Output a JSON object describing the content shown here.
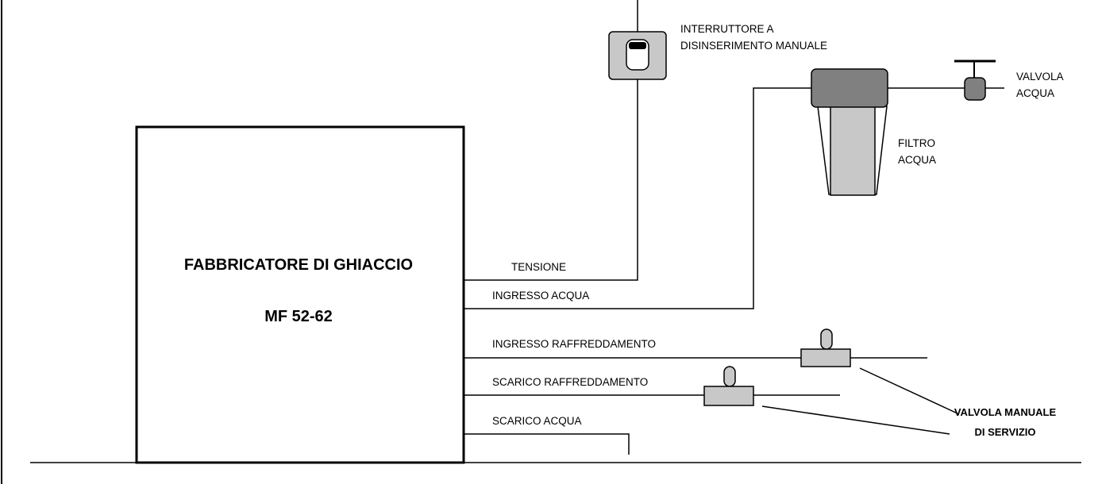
{
  "machine": {
    "title": "FABBRICATORE DI GHIACCIO",
    "model": "MF 52-62"
  },
  "switch": {
    "line1": "INTERRUTTORE A",
    "line2": "DISINSERIMENTO MANUALE"
  },
  "water_valve": {
    "line1": "VALVOLA",
    "line2": "ACQUA"
  },
  "water_filter": {
    "line1": "FILTRO",
    "line2": "ACQUA"
  },
  "connections": {
    "power": "TENSIONE",
    "water_inlet": "INGRESSO ACQUA",
    "cooling_inlet": "INGRESSO RAFFREDDAMENTO",
    "cooling_drain": "SCARICO RAFFREDDAMENTO",
    "water_drain": "SCARICO ACQUA"
  },
  "service_valve": {
    "line1": "VALVOLA MANUALE",
    "line2": "DI SERVIZIO"
  },
  "colors": {
    "line": "#000000",
    "light_gray": "#c8c8c8",
    "dark_gray": "#808080"
  }
}
